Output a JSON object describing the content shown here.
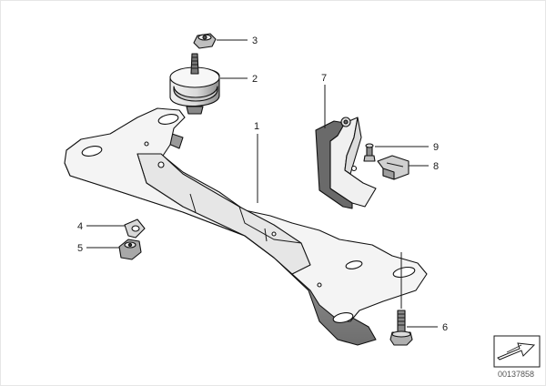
{
  "diagram": {
    "doc_number": "00137858",
    "callouts": [
      {
        "id": "1",
        "label": "1"
      },
      {
        "id": "2",
        "label": "2"
      },
      {
        "id": "3",
        "label": "3"
      },
      {
        "id": "4",
        "label": "4"
      },
      {
        "id": "5",
        "label": "5"
      },
      {
        "id": "6",
        "label": "6"
      },
      {
        "id": "7",
        "label": "7"
      },
      {
        "id": "8",
        "label": "8"
      },
      {
        "id": "9",
        "label": "9"
      }
    ]
  }
}
